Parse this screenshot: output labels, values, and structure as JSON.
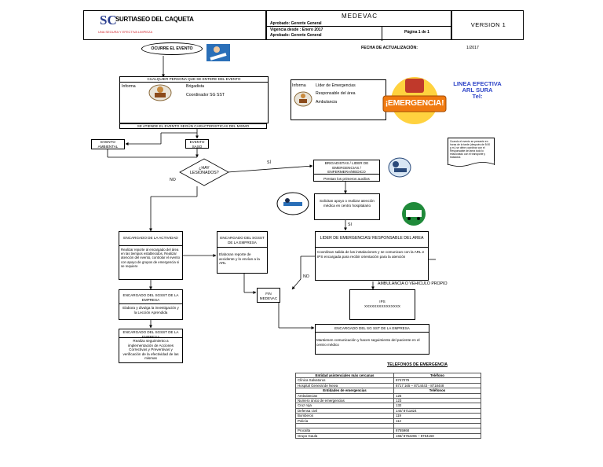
{
  "header": {
    "logo_letters": "SC",
    "company": "SURTIASEO DEL CAQUETA",
    "slogan": "UNA SEGURA Y EFECTIVA LIMPIEZA",
    "doc_title": "MEDEVAC",
    "approved_1": "Aprobado: Gerente General",
    "validity": "Vigencia desde : Enero 2017",
    "approved_2": "Aprobado: Gerente General",
    "page": "Página 1 de 1",
    "version": "VERSION 1"
  },
  "update": {
    "label": "FECHA DE ACTUALIZACIÓN:",
    "value": "1/2017"
  },
  "nodes": {
    "start": "OCURRE EL EVENTO",
    "anyone": "CUALQUIER PERSONA QUE SE ENTERE DEL EVENTO",
    "informs_1": "Informa",
    "brigade": "Brigadista",
    "coordinator": "Coordinador SG SST",
    "informs_2": "Informa",
    "leader": "Líder de Emergencias",
    "area_resp": "Responsable del área",
    "ambulance": "Ambulancia",
    "emergency_badge": "¡EMERGENCIA!",
    "line_title_1": "LINEA  EFECTIVA",
    "line_title_2": "ARL SURA",
    "line_title_3": "Tel:",
    "attend": "SE ATIENDE EL EVENTO SEGÚN CARACTERISTICAS DEL MISMO",
    "env_event": "EVENTO AMBIENTAL",
    "sst_event": "EVENTO SASO",
    "injured_q": "¿HAY LESIONADOS?",
    "yes_1": "SÍ",
    "no_1": "NO",
    "note": "Cuando el evento se presente en horas de la tarde (después de 5:00 p.m.) se debe coordinar con el Responsable del área todo lo relacionado con el transporte y traslados",
    "brigadiers": "BRIGADISTAS / LIDER DE EMERGENCIAS / ENFERMERA/MEDICO",
    "first_aid": "Prestan los primeros auxilios",
    "support": "Solicitan apoyo o realizar atención médica en centro hospitalario",
    "yes_2": "SI",
    "leader_resp": "LIDER DE EMERGENCIAS/ RESPONSABLE DEL AREA",
    "leader_resp_body": "Coordinan salida de las instalaciones y se comunican con la ARL e IPS encargada para recibir orientación para la atención",
    "no_2": "NO",
    "activity_mgr": "ENCARGADO DE LA ACTIVIDAD",
    "activity_mgr_body": "Realizar reporte al encargado del área en las tiempos establecidos, Realizar atención del evento, controlar el evento con apoyo de grupos de emergencia si se requiere",
    "sgsst_mgr_1": "ENCARGADO DEL SGSST DE LA EMPRESA",
    "sgsst_mgr_1_body": "Elaboran reporte de accidente y lo envían a la ARL",
    "end": "FIN MEDEVAC",
    "sgsst_mgr_2": "ENCARGADO DEL SGSST DE LA EMPRESA",
    "sgsst_mgr_2_body": "Elabora y divulga la investigación y la Lección Aprendida",
    "sgsst_mgr_3": "ENCARGADO DEL SGSST DE LA EMPRESA",
    "sgsst_mgr_3_body": "Realiza seguimiento a implementación de Acciones Correctivas y Preventivas y verificación de la efectividad de las mismas",
    "own_vehicle": "AMBULANCIA O VEHICULO PROPIO",
    "ips_1": "IPS",
    "ips_2": "XXXXXXXXXXXXXXX",
    "sgsst_mgr_4": "ENCARGADO DEL SG SST DE LA EMPRESA",
    "sgsst_mgr_4_body": "Mantienen comunicación y hacen seguimiento del paciente en el centro médico"
  },
  "phones": {
    "title": "TELEFONOS DE EMERGENCIA",
    "col_a": "Entidad asistenciales más cercanas",
    "col_b": "Teléfono",
    "clinics": [
      [
        "Clínica Salvatorus",
        "8747079"
      ],
      [
        "Hospital General de Neiva",
        "8717 165 – 8714443 - 8718448"
      ]
    ],
    "col_c": "Entidades de emergencias",
    "col_d": "Teléfonos",
    "entities": [
      [
        "Ambulancias",
        "125"
      ],
      [
        "Numero único de emergencias",
        "123"
      ],
      [
        "Cruz roja",
        "132"
      ],
      [
        "Defensa civil",
        "144/ 8711824"
      ],
      [
        "Bomberos",
        "119"
      ],
      [
        "Policía",
        "112"
      ]
    ],
    "extra": [
      [
        "Procalta",
        "8755968"
      ],
      [
        "Grupo Gaula",
        "165/ 8752265 – 8754150"
      ]
    ]
  },
  "colors": {
    "logo": "#2b3f8f",
    "slogan": "#d0232a",
    "line_text": "#3147c8",
    "emergency_text": "#ffffff",
    "emergency_bg": "#f07a10"
  }
}
